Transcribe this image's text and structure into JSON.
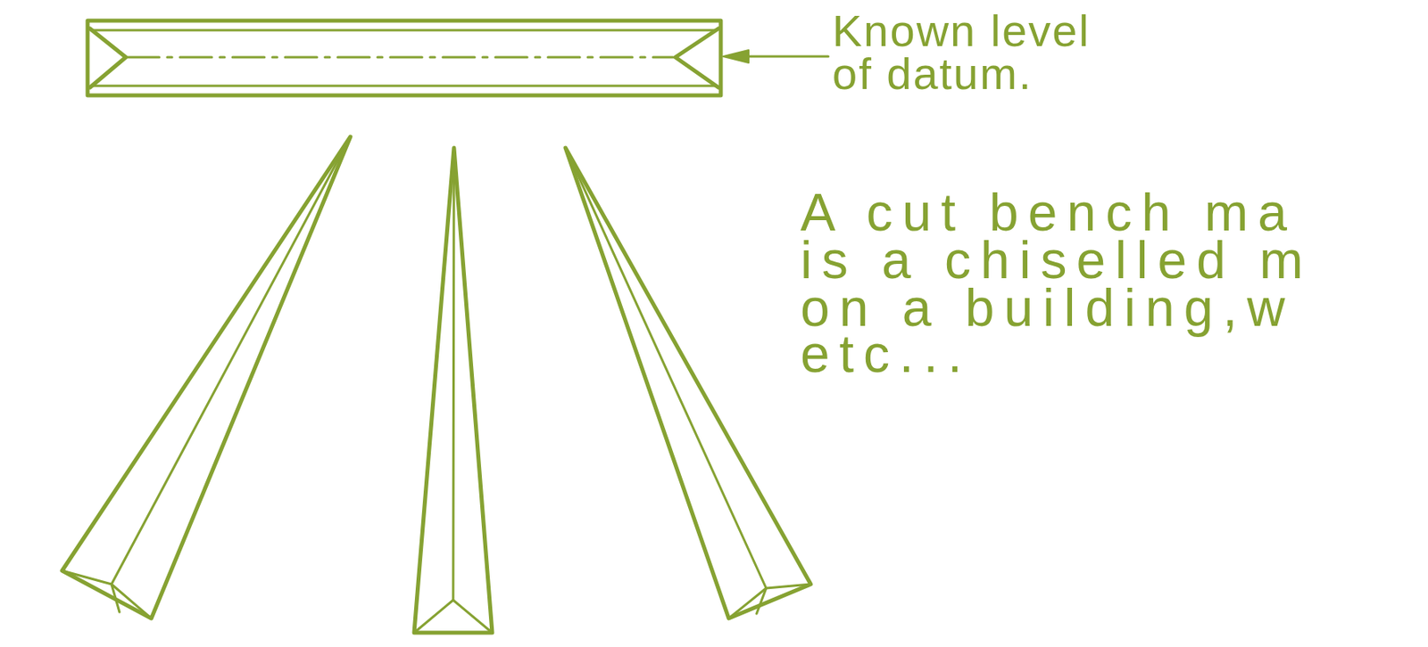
{
  "diagram": {
    "labels": [
      "Known level of datum.",
      "A cut bench ma",
      "is a chiselled m",
      "on a building,w",
      "etc..."
    ]
  }
}
